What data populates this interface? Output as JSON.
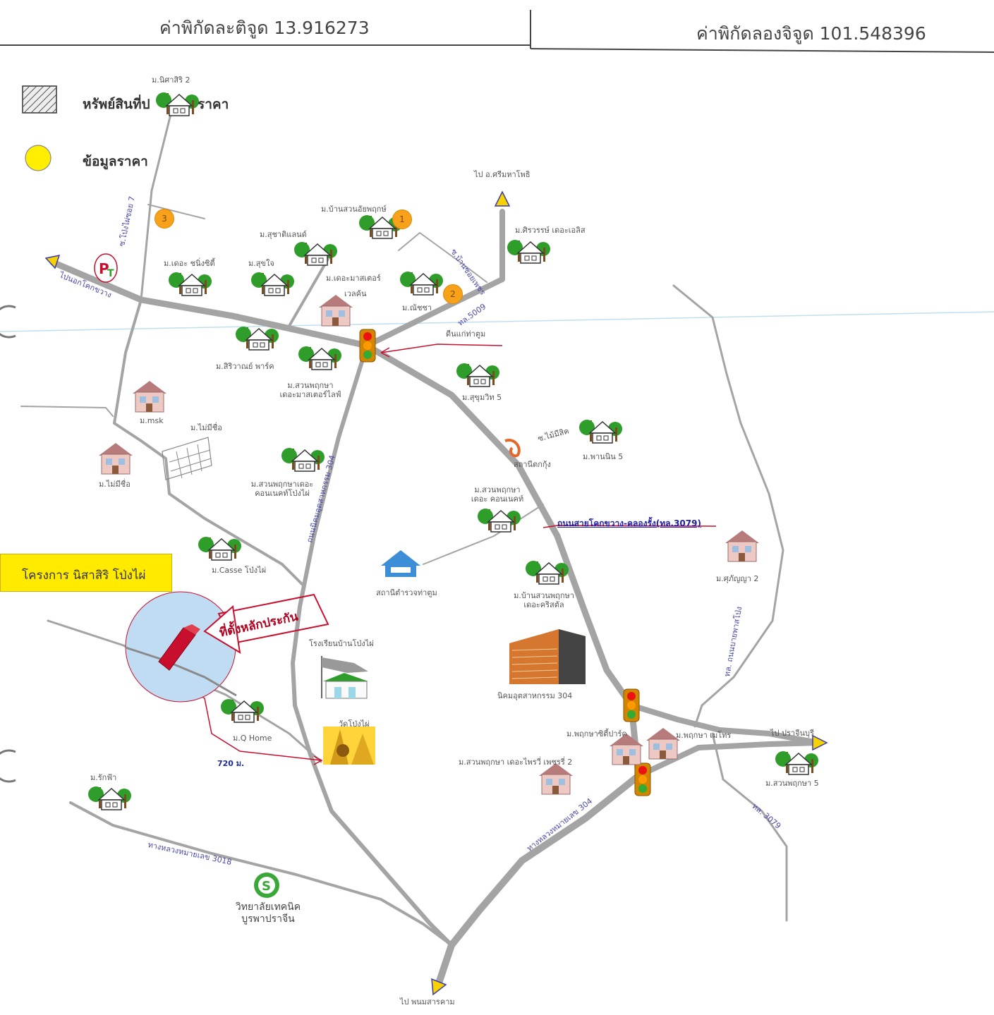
{
  "header": {
    "latitude": "ค่าพิกัดละติจูด 13.916273",
    "longitude": "ค่าพิกัดลองจิจูด 101.548396"
  },
  "legend": {
    "hatched_label": "หรัพย์สินที่ป",
    "hatched_label_tail": "ราคา",
    "price_label": "ข้อมูลราคา"
  },
  "project": {
    "label": "โครงการ นิสาสิริ โป่งไผ่"
  },
  "collateral_label": "ที่ตั้งหลักประกัน",
  "distance_label": "720 ม.",
  "price_markers": [
    "1",
    "2",
    "3"
  ],
  "places": {
    "nisasiri2": "ม.นิศาสิริ 2",
    "to_srimahaphot": "ไป อ.ศรีมหาโพธิ",
    "baan_suan": "ม.บ้านสวนอัยพฤกษ์",
    "sirawat": "ม.ศิรวรรษ์ เดอะเอลิส",
    "suchart": "ม.สุชาติแลนด์",
    "the_nicha": "ม.เดอะ ชนิ่งซิตี้",
    "suksai": "ม.สุขใจ",
    "the_masterpiece": "ม.เดอะมาสเตอร์",
    "lake": "เวลค้น",
    "natcha": "ม.ณัชชา",
    "market": "ดีนแก่ท่าตูม",
    "sirawan_park": "ม.สิริวาณย์ พาร์ค",
    "suan_pruksa_masterpiece": "ม.สวนพฤกษา",
    "suan_pruksa_masterpiece2": "เดอะมาสเตอร์ไลฟ์",
    "suchart5": "ม.สุขุมวิท 5",
    "msk": "ม.msk",
    "maisuek": "ม.ไม่มีชื่อ",
    "maisuek2": "ม.ไม่มีชื่อ",
    "shrimp_farm": "สถานีตกกุ้ง",
    "soi_mai": "ซ.ไม้มีสิค",
    "pannin5": "ม.พานนิน 5",
    "suan_pruksa_connect": "ม.สวนพฤกษาเดอะ",
    "suan_pruksa_connect2": "คอนเนคท์โป่งไผ่",
    "suan_pruksa_cons": "ม.สวนพฤกษา",
    "suan_pruksa_cons2": "เดอะ คอนเนคท์",
    "road_main": "ถนนสายโคกขวาง-คลองรั้ง(ทล.3079)",
    "casse": "ม.Casse โป่งไผ่",
    "police": "สถานีตำรวจท่าตูม",
    "baan_suan_pruksa": "ม.บ้านสวนพฤกษา",
    "baan_suan_pruksa2": "เดอะคริสตัล",
    "school": "โรงเรียนบ้านโป่งไผ่",
    "condo": "นิคมอุตสาหกรรม 304",
    "pruksa_east": "ม.ศุภัญญา 2",
    "pruksa_city": "ม.พฤกษาซิตี้ปาร์ค",
    "pruksa_metro": "ม.พฤกษา เมโทร",
    "to_prachinburi": "ไป ปราจีนบุรี",
    "suan_pruksa5": "ม.สวนพฤกษา 5",
    "q_home": "ม.Q Home",
    "temple": "วัดโป่งไผ่",
    "suan_pruksa_the_private": "ม.สวนพฤกษา เดอะไพรวี่ เพชรรี่ 2",
    "rakfa": "ม.รักฟ้า",
    "road_3018": "ทางหลวงหมายเลข 3018",
    "college": "วิทยาลัยเทคนิค",
    "college2": "บูรพาปราจีน",
    "to_phanom": "ไป พนมสารคาม",
    "road_304_a": "ถนนนิคมอุตสาหกรรม 304",
    "road_304_b": "ทางหลวงหมายเลข 304",
    "road_3079_small": "ทล. 3079",
    "road_east": "ทล. ถนนบายพาสโป่ง",
    "to_khok": "ไปนอกโคกขวาง",
    "soi_pong7": "ซ.โป่งไผ่ซอย 7",
    "soi_baan": "ซ.บ้านซอยเพชร",
    "road_pt": "ทล.5009"
  },
  "colors": {
    "road": "#a4a4a4",
    "highlight_circle": "#bfdcf3",
    "collateral_red": "#c8102e",
    "project_yellow": "#ffea00",
    "tree_green": "#2e9d2a",
    "marker_orange": "#f7a21a",
    "arrow_yellow": "#f5d200"
  }
}
